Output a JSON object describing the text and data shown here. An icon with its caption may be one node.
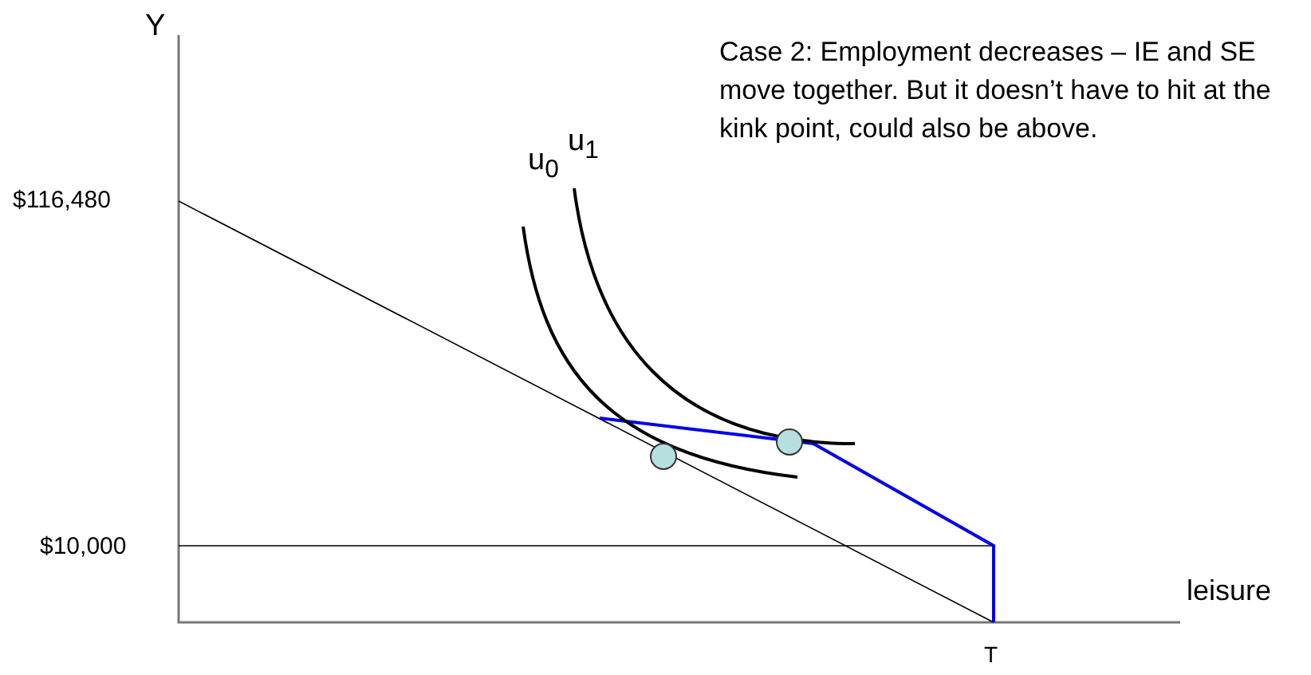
{
  "diagram": {
    "labels": [
      "Y",
      "Case 2: Employment decreases – IE and SE move together. But it doesn’t have to hit at the kink point, could also be above.",
      "u$_{1}$",
      "u$_{0}$",
      "$116,480",
      "$10,000",
      "leisure",
      "T"
    ]
  }
}
